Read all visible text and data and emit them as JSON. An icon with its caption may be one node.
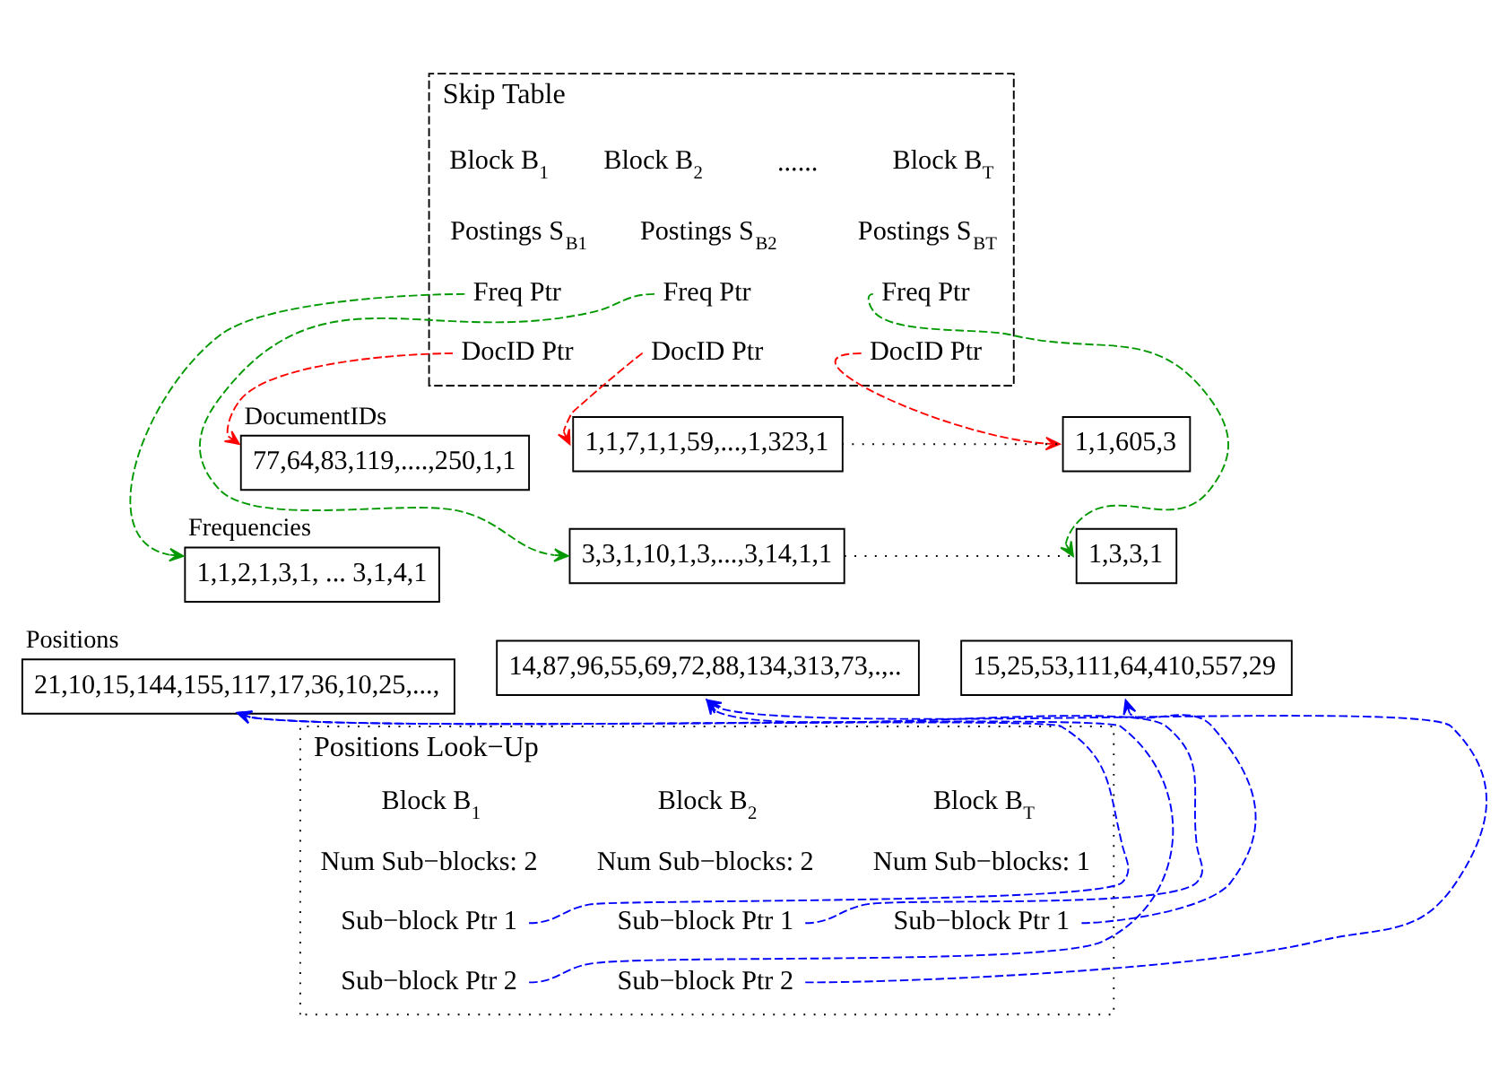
{
  "diagram": {
    "nodes": [
      {
        "text": [
          "Skip Table"
        ]
      },
      {
        "text": [
          "Block B$_{1}$"
        ],
        "in": 0
      },
      {
        "text": [
          "Postings S$_{B1}$"
        ],
        "in": 0
      },
      {
        "text": [
          "Freq Ptr"
        ],
        "in": 0
      },
      {
        "text": [
          "DocID Ptr"
        ],
        "in": 0
      },
      {
        "text": [
          "Block B$_{2}$"
        ],
        "in": 0
      },
      {
        "text": [
          "Postings S$_{B2}$"
        ],
        "in": 0
      },
      {
        "text": [
          "Freq Ptr"
        ],
        "in": 0
      },
      {
        "text": [
          "DocID Ptr"
        ],
        "in": 0
      },
      {
        "text": [
          "Block B$_{T}$"
        ],
        "in": 0
      },
      {
        "text": [
          "Postings S$_{BT}$"
        ],
        "in": 0
      },
      {
        "text": [
          "Freq Ptr"
        ],
        "in": 0
      },
      {
        "text": [
          "DocID Ptr"
        ],
        "in": 0
      },
      {
        "text": [
          "DocumentIDs",
          "77,64,83,119,....,250,1,1"
        ]
      },
      {
        "text": [
          "1,1,7,1,1,59,...,1,323,1"
        ]
      },
      {
        "text": [
          "1,1,605,3"
        ]
      },
      {
        "text": [
          "Frequencies",
          "1,1,2,1,3,1, ... 3,1,4,1"
        ]
      },
      {
        "text": [
          "3,3,1,10,1,3,...,3,14,1,1"
        ]
      },
      {
        "text": [
          "1,3,3,1"
        ]
      },
      {
        "text": [
          "Positions",
          "21,10,15,144,155,117,17,36,10,25,...,"
        ]
      },
      {
        "text": [
          "14,87,96,55,69,72,88,134,313,73,.,.."
        ]
      },
      {
        "text": [
          "15,25,53,111,64,410,557,29"
        ]
      },
      {
        "text": [
          "Positions Look−Up"
        ]
      },
      {
        "text": [
          "Block B$_{1}$"
        ],
        "in": 22
      },
      {
        "text": [
          "Num Sub−blocks: 2"
        ],
        "in": 22
      },
      {
        "text": [
          "Sub−block Ptr 1"
        ],
        "in": 22
      },
      {
        "text": [
          "Sub−block Ptr 2"
        ],
        "in": 22
      },
      {
        "text": [
          "Block B$_{2}$"
        ],
        "in": 22
      },
      {
        "text": [
          "Num Sub−blocks: 2"
        ],
        "in": 22
      },
      {
        "text": [
          "Sub−block Ptr 1"
        ],
        "in": 22
      },
      {
        "text": [
          "Sub−block Ptr 2"
        ],
        "in": 22
      },
      {
        "text": [
          "Block B$_{T}$"
        ],
        "in": 22
      },
      {
        "text": [
          "Num Sub−blocks: 1"
        ],
        "in": 22
      },
      {
        "text": [
          "Sub−block Ptr 1"
        ],
        "in": 22
      }
    ],
    "edges": [
      {
        "from": 3,
        "to": 16,
        "arrow": "to",
        "style": "dashed",
        "color": "#009900"
      },
      {
        "from": 4,
        "to": 13,
        "arrow": "to",
        "style": "dashed",
        "color": "#ff0000"
      },
      {
        "from": 7,
        "to": 17,
        "arrow": "to",
        "style": "dashed",
        "color": "#009900"
      },
      {
        "from": 8,
        "to": 14,
        "arrow": "to",
        "style": "dashed",
        "color": "#ff0000"
      },
      {
        "from": 11,
        "to": 18,
        "arrow": "to",
        "style": "dashed",
        "color": "#009900"
      },
      {
        "from": 12,
        "to": 15,
        "arrow": "to",
        "style": "dashed",
        "color": "#ff0000"
      },
      {
        "from": 14,
        "to": 15,
        "arrow": "none",
        "color": "#000000"
      },
      {
        "from": 17,
        "to": 18,
        "arrow": "none",
        "color": "#000000"
      },
      {
        "from": 25,
        "to": 19,
        "arrow": "to",
        "style": "dashed",
        "color": "#0000ff"
      },
      {
        "from": 26,
        "to": 19,
        "arrow": "to",
        "style": "dashed",
        "color": "#0000ff"
      },
      {
        "from": 29,
        "to": 20,
        "arrow": "to",
        "style": "dashed",
        "color": "#0000ff"
      },
      {
        "from": 30,
        "to": 20,
        "arrow": "to",
        "style": "dashed",
        "color": "#0000ff"
      },
      {
        "from": 33,
        "to": 21,
        "arrow": "to",
        "style": "dashed",
        "color": "#0000ff"
      }
    ],
    "labels": [
      "......"
    ]
  }
}
